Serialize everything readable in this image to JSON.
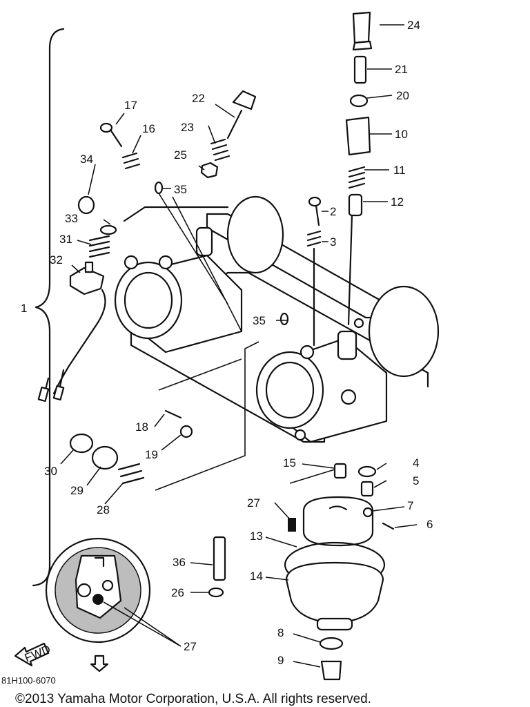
{
  "figure": {
    "callouts": [
      "1",
      "2",
      "3",
      "4",
      "5",
      "6",
      "7",
      "8",
      "9",
      "10",
      "11",
      "12",
      "13",
      "14",
      "15",
      "16",
      "17",
      "18",
      "19",
      "20",
      "21",
      "22",
      "23",
      "24",
      "25",
      "26",
      "27",
      "27",
      "28",
      "29",
      "30",
      "31",
      "32",
      "33",
      "34",
      "35",
      "35",
      "36"
    ],
    "front_arrow_label": "FWD",
    "diagram_code": "81H100-6070",
    "copyright": "©2013 Yamaha Motor Corporation, U.S.A. All rights reserved."
  }
}
